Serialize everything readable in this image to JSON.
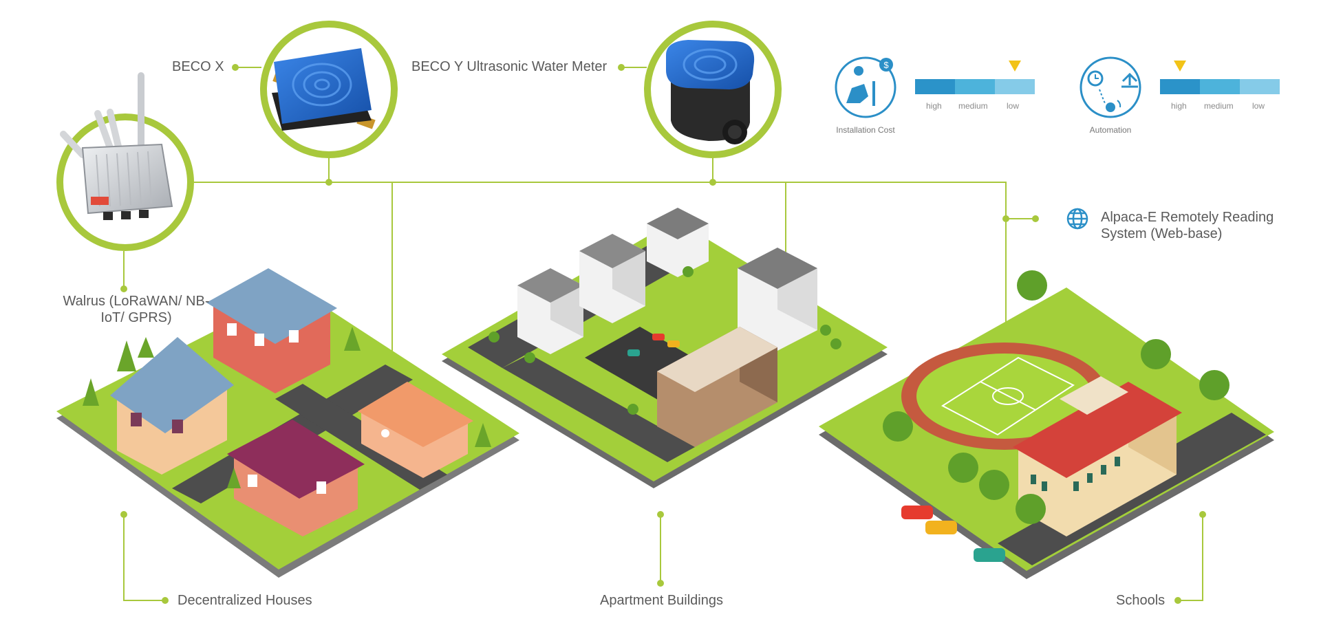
{
  "devices": {
    "beco_x": "BECO X",
    "beco_y": "BECO Y Ultrasonic Water Meter",
    "gateway": "Walrus (LoRaWAN/ NB-IoT/ GPRS)",
    "system": "Alpaca-E Remotely Reading System (Web-base)"
  },
  "scenarios": {
    "houses": "Decentralized Houses",
    "apartments": "Apartment Buildings",
    "schools": "Schools"
  },
  "ratings": {
    "installation_cost": {
      "label": "Installation Cost",
      "scale": [
        "high",
        "medium",
        "low"
      ],
      "selected": "low",
      "icon": "installer-cost-icon"
    },
    "automation": {
      "label": "Automation",
      "scale": [
        "high",
        "medium",
        "low"
      ],
      "selected": "high",
      "icon": "automation-icon"
    }
  },
  "colors": {
    "line": "#a8c83c",
    "lawn": "#a3cf3a",
    "road": "#4d4d4d",
    "meter_blue": "#1f63c8",
    "bar_dark": "#2b93c9",
    "bar_mid": "#4db3db",
    "bar_light": "#85cbe8",
    "marker": "#f2c318",
    "icon_blue": "#2b8fc7"
  }
}
